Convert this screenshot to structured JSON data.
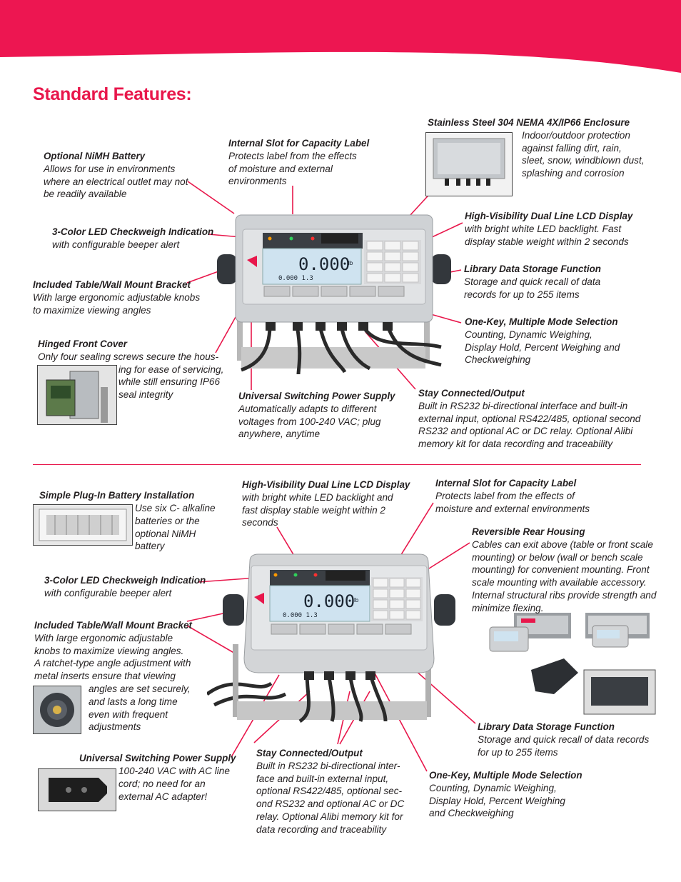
{
  "page": {
    "title": "Standard Features:"
  },
  "colors": {
    "accent": "#e8174b",
    "text": "#231f20",
    "lcd": "#cfe3f0"
  },
  "device_display": {
    "weight": "0.000",
    "unit": "lb"
  },
  "top_section": {
    "nimh_battery": {
      "heading": "Optional NiMH Battery",
      "body": "Allows for use in environments\nwhere an electrical outlet may not\nbe readily available"
    },
    "capacity_label": {
      "heading": "Internal Slot for Capacity Label",
      "body": "Protects label from the effects\nof moisture and external\nenvironments"
    },
    "enclosure": {
      "heading": "Stainless Steel 304 NEMA 4X/IP66 Enclosure",
      "body": "Indoor/outdoor protection\nagainst falling dirt, rain,\nsleet, snow, windblown dust,\nsplashing and corrosion"
    },
    "led_checkweigh": {
      "heading": "3-Color LED Checkweigh Indication",
      "body": "with configurable beeper alert"
    },
    "lcd_display": {
      "heading": "High-Visibility Dual Line LCD Display",
      "body": "with bright white LED backlight. Fast\ndisplay stable weight within 2 seconds"
    },
    "mount_bracket": {
      "heading": "Included Table/Wall Mount Bracket",
      "body": "With large ergonomic adjustable knobs\nto maximize viewing angles"
    },
    "library": {
      "heading": "Library Data Storage Function",
      "body": "Storage and quick recall of data\nrecords for up to 255 items"
    },
    "one_key": {
      "heading": "One-Key, Multiple Mode Selection",
      "body": "Counting, Dynamic Weighing,\nDisplay Hold, Percent Weighing and\nCheckweighing"
    },
    "front_cover": {
      "heading": "Hinged Front Cover",
      "body_first": "Only four sealing screws secure the hous-",
      "body_rest": "ing for ease of servicing,\nwhile still ensuring IP66\nseal integrity"
    },
    "power_supply": {
      "heading": "Universal Switching Power Supply",
      "body": "Automatically adapts to different\nvoltages from 100-240 VAC; plug\nanywhere, anytime"
    },
    "stay_connected": {
      "heading": "Stay Connected/Output",
      "body": "Built in RS232 bi-directional interface and built-in\nexternal input, optional RS422/485, optional second\nRS232 and optional  AC or DC relay.  Optional Alibi\nmemory kit for data recording and traceability"
    }
  },
  "bottom_section": {
    "battery_install": {
      "heading": "Simple Plug-In Battery Installation",
      "body": "Use six C- alkaline\nbatteries or the\noptional NiMH\nbattery"
    },
    "lcd_display": {
      "heading": "High-Visibility Dual Line LCD Display",
      "body": "with bright white LED backlight and\nfast display stable weight within 2\nseconds"
    },
    "capacity_label": {
      "heading": "Internal Slot for Capacity Label",
      "body": "Protects label from the effects of\nmoisture and external environments"
    },
    "rear_housing": {
      "heading": "Reversible Rear Housing",
      "body": "Cables can exit above (table or front scale\nmounting) or below (wall or bench scale\nmounting) for convenient mounting.  Front\nscale mounting with available accessory.\nInternal structural ribs provide strength and\nminimize flexing."
    },
    "led_checkweigh": {
      "heading": "3-Color LED Checkweigh Indication",
      "body": "with configurable beeper alert"
    },
    "mount_bracket": {
      "heading": "Included Table/Wall Mount Bracket",
      "body": "With large ergonomic adjustable\nknobs to maximize viewing angles.\nA ratchet-type angle adjustment with\nmetal inserts ensure that viewing",
      "body_rest": "angles are set securely,\nand lasts a long time\neven with frequent\nadjustments"
    },
    "library": {
      "heading": "Library Data Storage Function",
      "body": "Storage and quick recall of data records\nfor up to 255 items"
    },
    "power_supply": {
      "heading": "Universal Switching Power Supply",
      "body": "100-240 VAC with AC line\ncord; no need for an\nexternal AC adapter!"
    },
    "stay_connected": {
      "heading": "Stay Connected/Output",
      "body": "Built in RS232 bi-directional inter-\nface and built-in external input,\noptional RS422/485, optional sec-\nond RS232 and optional  AC or DC\nrelay.  Optional Alibi memory kit for\ndata recording and traceability"
    },
    "one_key": {
      "heading": "One-Key, Multiple Mode Selection",
      "body": "Counting, Dynamic Weighing,\nDisplay Hold, Percent Weighing\nand Checkweighing"
    }
  }
}
